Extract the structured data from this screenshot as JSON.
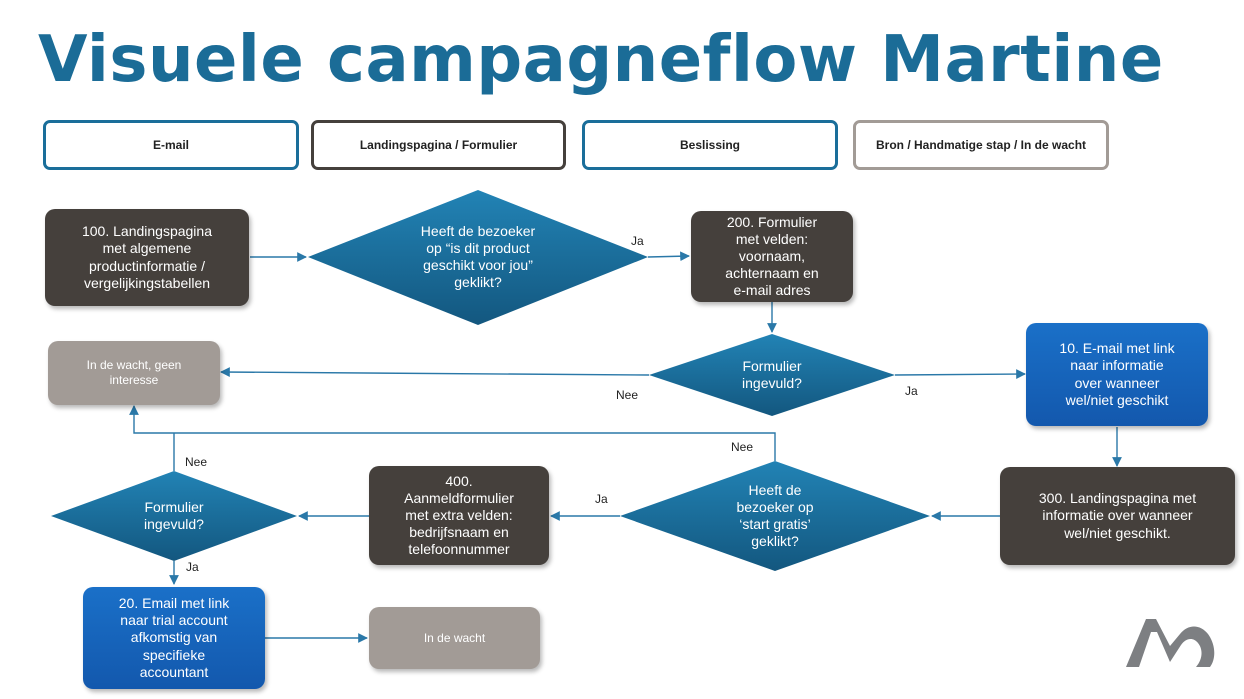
{
  "title": "Visuele campagneflow Martine",
  "legend": {
    "email": "E-mail",
    "landing": "Landingspagina / Formulier",
    "decision": "Beslissing",
    "source": "Bron / Handmatige stap / In de wacht"
  },
  "nodes": {
    "n100": "100. Landingspagina\nmet algemene\nproductinformatie /\nvergelijkingstabellen",
    "d1": "Heeft de bezoeker\nop “is dit product\ngeschikt voor jou”\ngeklikt?",
    "n200": "200. Formulier\nmet velden:\nvoornaam,\nachternaam en\ne-mail adres",
    "d2": "Formulier\ningevuld?",
    "wait_no_interest": "In de wacht, geen\ninteresse",
    "n10": "10. E-mail met link\nnaar informatie\nover wanneer\nwel/niet geschikt",
    "n300": "300. Landingspagina met\ninformatie over wanneer\nwel/niet geschikt.",
    "d3": "Heeft de\nbezoeker op\n‘start gratis’\ngeklikt?",
    "n400": "400.\nAanmeldformulier\nmet extra velden:\nbedrijfsnaam en\ntelefoonnummer",
    "d4": "Formulier\ningevuld?",
    "n20": "20. Email met link\nnaar trial account\nafkomstig van\nspecifieke\naccountant",
    "wait": "In de wacht"
  },
  "edge_labels": {
    "d1_yes": "Ja",
    "d2_no": "Nee",
    "d2_yes": "Ja",
    "d3_no": "Nee",
    "d3_yes": "Ja",
    "d4_no": "Nee",
    "d4_yes": "Ja"
  },
  "colors": {
    "title": "#1b6c97",
    "email_blue": "#1565c0",
    "landing_dark": "#45403c",
    "decision_teal": "#1a6e9a",
    "source_grey": "#a29b96",
    "arrow": "#2a78a8"
  },
  "icons": [
    "logo-mark-icon"
  ]
}
